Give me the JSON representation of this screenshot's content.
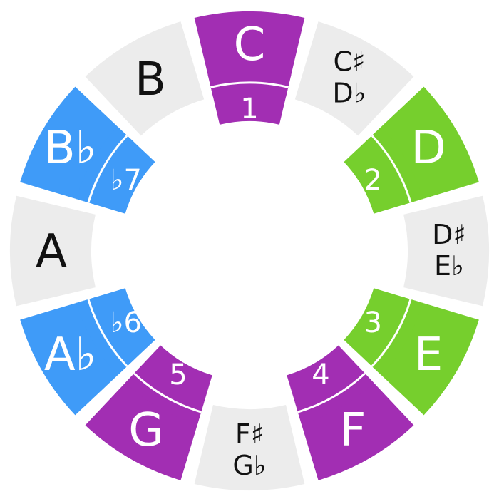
{
  "colors": {
    "background": "#ffffff",
    "neutral": "#ececec",
    "purple": "#a22eb3",
    "green": "#76cf2d",
    "blue": "#3f9bf8",
    "dark_text": "#111111",
    "light_text": "#ffffff"
  },
  "segments": [
    {
      "note": "C",
      "color": "purple",
      "degree": "1"
    },
    {
      "note": "C♯",
      "note_alt": "D♭",
      "color": "neutral"
    },
    {
      "note": "D",
      "color": "green",
      "degree": "2"
    },
    {
      "note": "D♯",
      "note_alt": "E♭",
      "color": "neutral"
    },
    {
      "note": "E",
      "color": "green",
      "degree": "3"
    },
    {
      "note": "F",
      "color": "purple",
      "degree": "4"
    },
    {
      "note": "F♯",
      "note_alt": "G♭",
      "color": "neutral"
    },
    {
      "note": "G",
      "color": "purple",
      "degree": "5"
    },
    {
      "note": "A♭",
      "color": "blue",
      "degree": "♭6"
    },
    {
      "note": "A",
      "color": "neutral"
    },
    {
      "note": "B♭",
      "color": "blue",
      "degree": "♭7"
    },
    {
      "note": "B",
      "color": "neutral"
    }
  ]
}
